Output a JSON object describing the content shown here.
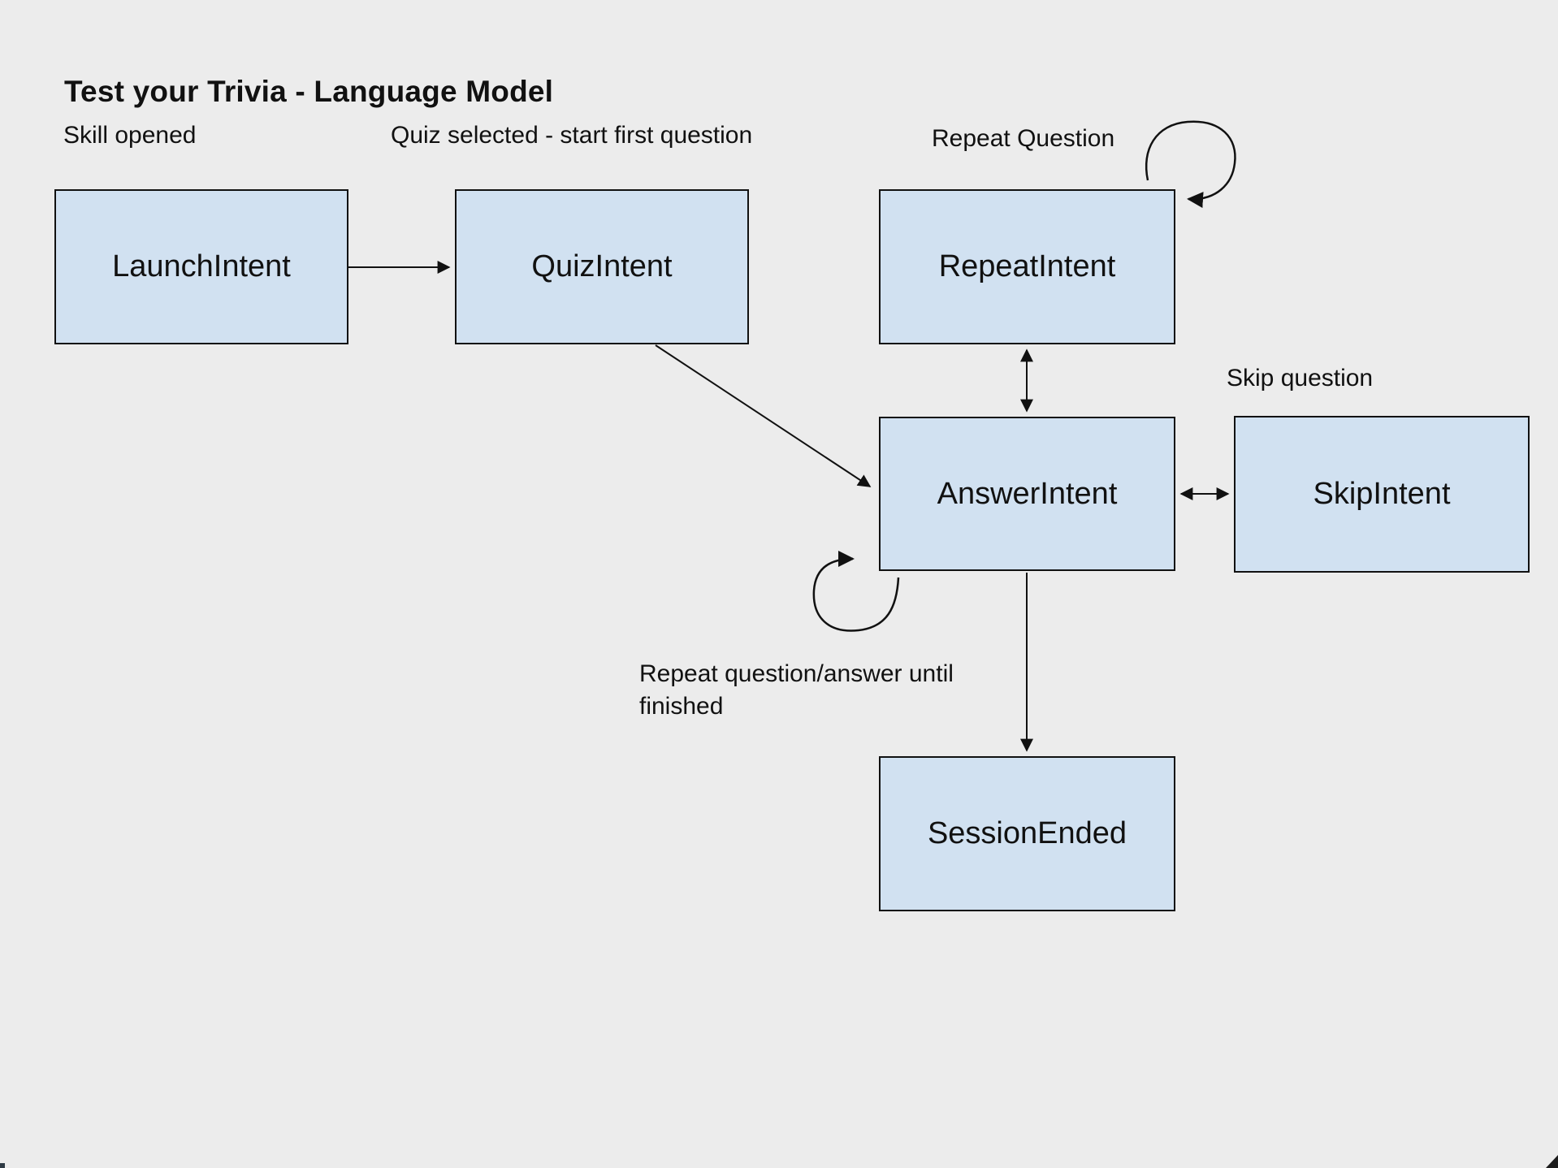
{
  "diagram": {
    "title": "Test your Trivia - Language Model",
    "colors": {
      "background": "#ececec",
      "node_fill": "#d1e1f1",
      "node_border": "#111111",
      "arrow": "#111111",
      "text": "#111111"
    },
    "nodes": [
      {
        "id": "launch",
        "label": "LaunchIntent"
      },
      {
        "id": "quiz",
        "label": "QuizIntent"
      },
      {
        "id": "repeat",
        "label": "RepeatIntent"
      },
      {
        "id": "answer",
        "label": "AnswerIntent"
      },
      {
        "id": "skip",
        "label": "SkipIntent"
      },
      {
        "id": "session",
        "label": "SessionEnded"
      }
    ],
    "annotations": {
      "skill_opened": "Skill opened",
      "quiz_selected": "Quiz selected - start first question",
      "repeat_question": "Repeat Question",
      "skip_question": "Skip question",
      "repeat_until": "Repeat question/answer until finished"
    },
    "edges": [
      {
        "from": "LaunchIntent",
        "to": "QuizIntent",
        "style": "arrow"
      },
      {
        "from": "QuizIntent",
        "to": "AnswerIntent",
        "style": "arrow"
      },
      {
        "from": "RepeatIntent",
        "to": "AnswerIntent",
        "style": "double-arrow"
      },
      {
        "from": "AnswerIntent",
        "to": "SkipIntent",
        "style": "double-arrow"
      },
      {
        "from": "AnswerIntent",
        "to": "SessionEnded",
        "style": "arrow"
      },
      {
        "from": "RepeatIntent",
        "to": "RepeatIntent",
        "style": "self-loop"
      },
      {
        "from": "AnswerIntent",
        "to": "AnswerIntent",
        "style": "self-loop"
      }
    ]
  }
}
